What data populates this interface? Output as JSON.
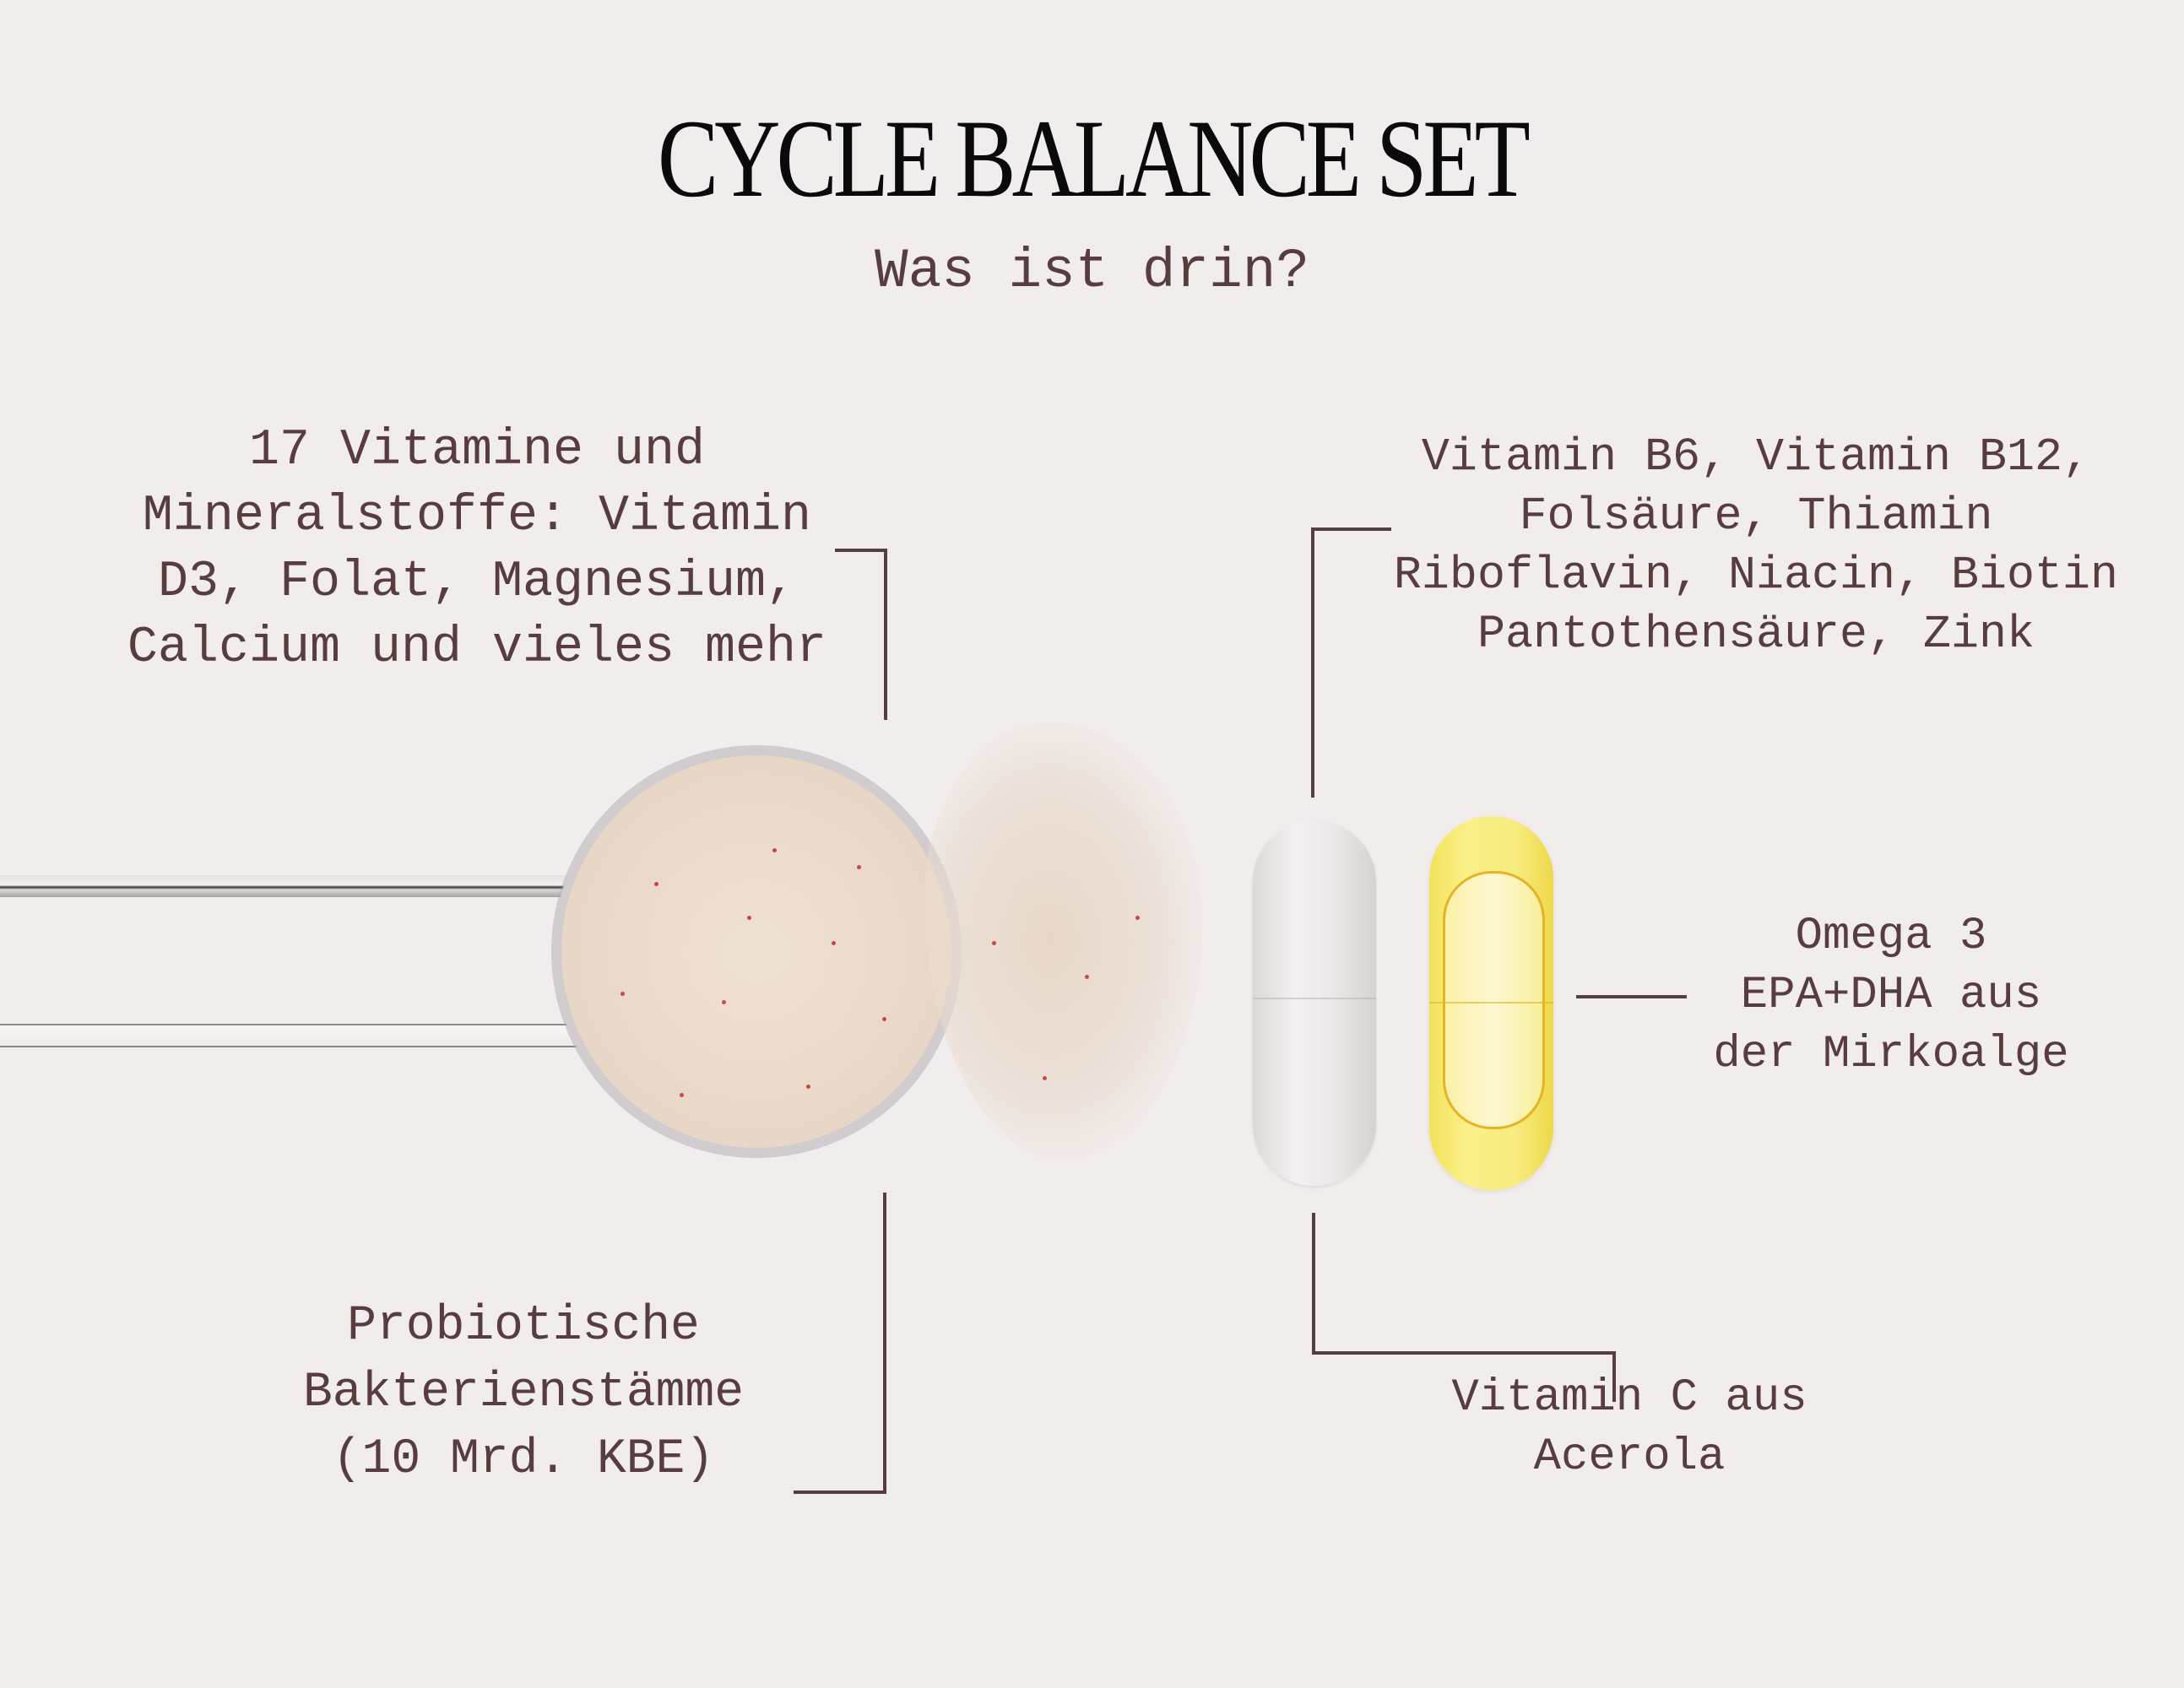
{
  "header": {
    "title": "CYCLE BALANCE SET",
    "subtitle": "Was ist drin?"
  },
  "annotations": {
    "powder_vitamins": {
      "lines": [
        "17  Vitamine und",
        "Mineralstoffe: Vitamin",
        "D3, Folat, Magnesium,",
        "Calcium und vieles mehr"
      ]
    },
    "capsule_white_vitamins": {
      "lines": [
        "Vitamin B6, Vitamin B12,",
        "Folsäure, Thiamin",
        "Riboflavin, Niacin, Biotin",
        "Pantothensäure, Zink"
      ]
    },
    "omega": {
      "lines": [
        "Omega 3",
        "EPA+DHA aus",
        "der Mirkoalge"
      ]
    },
    "probiotics": {
      "lines": [
        "Probiotische",
        "Bakterienstämme",
        "(10 Mrd. KBE)"
      ]
    },
    "vitamin_c": {
      "lines": [
        "Vitamin C aus",
        "Acerola"
      ]
    }
  },
  "products": {
    "powder_scoop": "measuring-spoon-with-powder",
    "capsule_white": "white-capsule",
    "capsule_yellow": "omega-3-softgel"
  },
  "colors": {
    "background": "#f2eded",
    "text": "#573d3e",
    "title": "#0a0a0a",
    "capsule_yellow": "#f6ea7a",
    "powder": "#ead9ca"
  }
}
